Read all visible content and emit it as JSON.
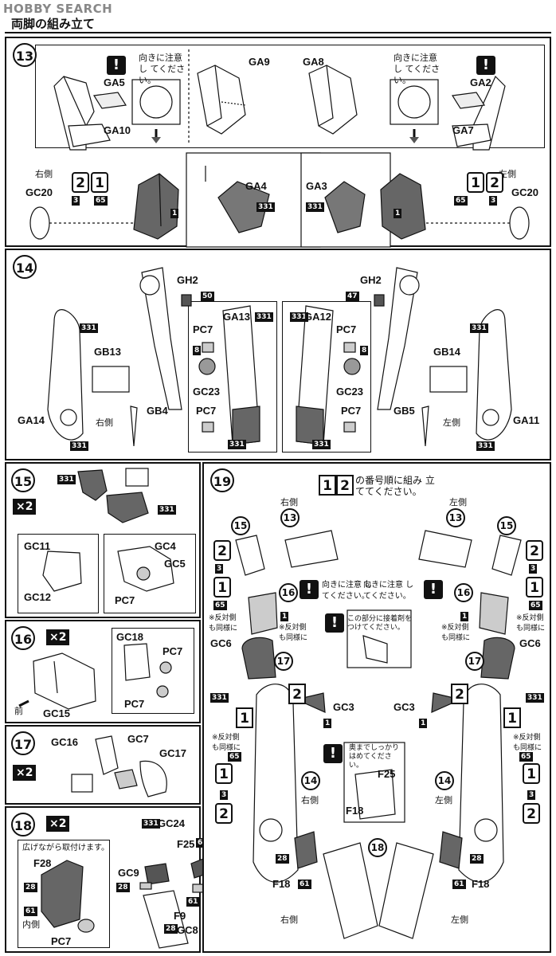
{
  "watermark": "HOBBY SEARCH",
  "section_title": "両脚の組み立て",
  "colors": {
    "ink": "#111111",
    "shade": "#555555",
    "light": "#bbbbbb"
  },
  "notes": {
    "orientation": "向きに注意し てください。",
    "orientation2": "向きに注意 してください。",
    "order": "の番号順に組み 立ててください。",
    "glue": "この部分に接着剤を つけてください。",
    "push": "奥までしっかり はめてください。",
    "spread": "広げながら取付けます。",
    "mirror": "※反対側 も同様に"
  },
  "sides": {
    "right": "右側",
    "left": "左側",
    "front": "前",
    "inner": "内側"
  },
  "steps": {
    "s13": "13",
    "s14": "14",
    "s15": "15",
    "s16": "16",
    "s17": "17",
    "s18": "18",
    "s19": "19",
    "x2": "×2",
    "one": "1",
    "two": "2"
  },
  "parts": {
    "GA5": "GA5",
    "GA10": "GA10",
    "GA9": "GA9",
    "GA8": "GA8",
    "GA2": "GA2",
    "GA7": "GA7",
    "GA4": "GA4",
    "GA3": "GA3",
    "GC20": "GC20",
    "GH2": "GH2",
    "GA13": "GA13",
    "GA12": "GA12",
    "PC7": "PC7",
    "GB13": "GB13",
    "GB14": "GB14",
    "GC23": "GC23",
    "GA14": "GA14",
    "GA11": "GA11",
    "GB4": "GB4",
    "GB5": "GB5",
    "GC11": "GC11",
    "GC12": "GC12",
    "GC4": "GC4",
    "GC5": "GC5",
    "GC18": "GC18",
    "GC15": "GC15",
    "GC16": "GC16",
    "GC7": "GC7",
    "GC17": "GC17",
    "F28": "F28",
    "GC24": "GC24",
    "F25": "F25",
    "GC9": "GC9",
    "GC8": "GC8",
    "F9": "F9",
    "GC6": "GC6",
    "GC3": "GC3",
    "F18": "F18"
  },
  "codes": {
    "c331": "331",
    "c65": "65",
    "c1": "1",
    "c3": "3",
    "c50": "50",
    "c47": "47",
    "c8": "8",
    "c28": "28",
    "c61": "61"
  }
}
